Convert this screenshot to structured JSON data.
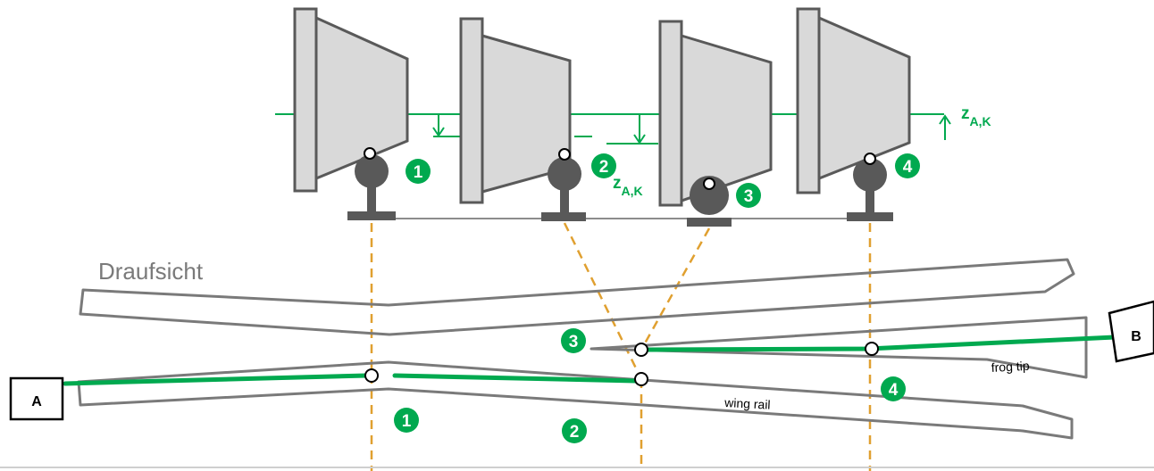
{
  "labels": {
    "view_label": "Draufsicht",
    "endpoint_a": "A",
    "endpoint_b": "B",
    "frog_tip": "frog tip",
    "wing_rail": "wing rail",
    "z_main": "z",
    "z_main_sub": "A,K",
    "z_second": "z",
    "z_second_sub": "A,K"
  },
  "markers": {
    "top": [
      "1",
      "2",
      "3",
      "4"
    ],
    "plan": [
      "1",
      "2",
      "3",
      "4"
    ]
  },
  "colors": {
    "green": "#00a94f",
    "gray_outline": "#7a7a7a",
    "wheel_fill": "#d9d9d9",
    "ball_fill": "#595959",
    "dash_orange": "#e0a030"
  }
}
